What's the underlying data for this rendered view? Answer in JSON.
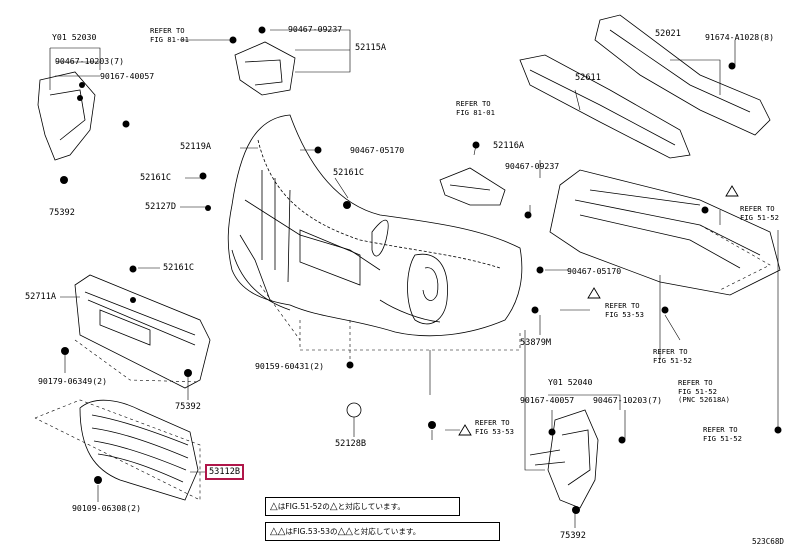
{
  "parts": {
    "p52030": "52030",
    "y01_left": "Y01",
    "p90467_10203_7_left": "90467-10203(7)",
    "p90167_40057_left": "90167-40057",
    "p75392_a": "75392",
    "refer_81_01_a": "REFER TO",
    "refer_81_01_a2": "FIG 81-01",
    "p90467_09237_top": "90467-09237",
    "p52115A": "52115A",
    "p52119A": "52119A",
    "p90467_05170_a": "90467-05170",
    "p52161C_a": "52161C",
    "p52161C_b": "52161C",
    "p52127D": "52127D",
    "p52161C_c": "52161C",
    "p52711A": "52711A",
    "p90179_06349_2": "90179-06349(2)",
    "p75392_b": "75392",
    "p90159_60431_2": "90159-60431(2)",
    "p52128B": "52128B",
    "p53112B": "53112B",
    "p90109_06308_2": "90109-06308(2)",
    "refer_81_01_b": "REFER TO",
    "refer_81_01_b2": "FIG 81-01",
    "p52116A": "52116A",
    "p90467_09237_mid": "90467-09237",
    "p52021": "52021",
    "p91674_A1028_8": "91674-A1028(8)",
    "p52611": "52611",
    "refer_51_52_a": "REFER TO",
    "refer_51_52_a2": "FIG 51-52",
    "p90467_05170_b": "90467-05170",
    "refer_53_53_a": "REFER TO",
    "refer_53_53_a2": "FIG 53-53",
    "p53879M": "53879M",
    "refer_51_52_b": "REFER TO",
    "refer_51_52_b2": "FIG 51-52",
    "refer_51_52_c": "REFER TO",
    "refer_51_52_c2": "FIG 51-52",
    "pnc_52618A": "(PNC 52618A)",
    "y01_right": "Y01",
    "p52040": "52040",
    "p90167_40057_right": "90167-40057",
    "p90467_10203_7_right": "90467-10203(7)",
    "refer_53_53_b": "REFER TO",
    "refer_53_53_b2": "FIG 53-53",
    "refer_51_52_d": "REFER TO",
    "refer_51_52_d2": "FIG 51-52",
    "p75392_c": "75392",
    "code": "523C68D"
  },
  "notes": {
    "note1_pre": "は",
    "note1_fig": "FIG.51-52の",
    "note1_post": "と対応しています。",
    "note2_pre": "は",
    "note2_fig": "FIG.53-53の",
    "note2_post": "と対応しています。"
  },
  "highlight_color": "#b0174a"
}
